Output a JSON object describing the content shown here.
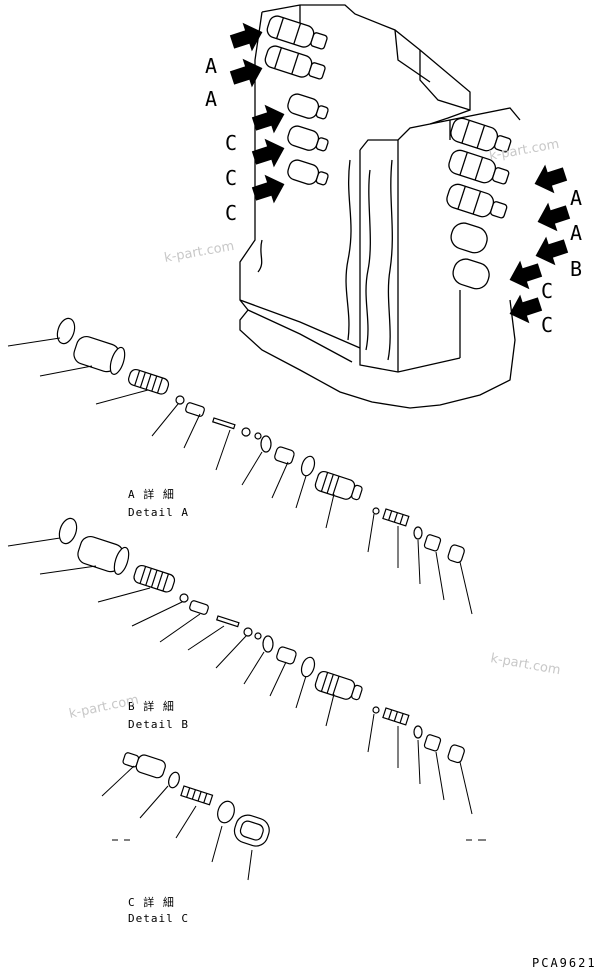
{
  "diagram": {
    "valve_labels_left": [
      "A",
      "A",
      "C",
      "C",
      "C"
    ],
    "valve_labels_right": [
      "A",
      "A",
      "B",
      "C",
      "C"
    ],
    "detail_a": {
      "title": "A 詳 細",
      "subtitle": "Detail A"
    },
    "detail_b": {
      "title": "B 詳 細",
      "subtitle": "Detail B"
    },
    "detail_c": {
      "title": "C 詳 細",
      "subtitle": "Detail C"
    },
    "watermark": "k-part.com",
    "figure_code": "PCA9621"
  }
}
